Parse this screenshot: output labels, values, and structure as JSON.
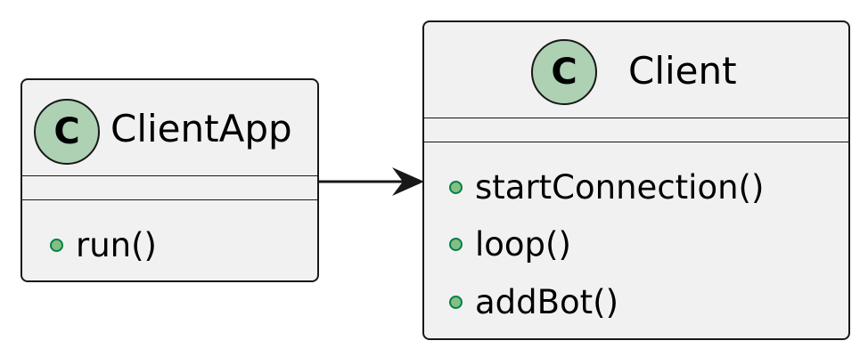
{
  "diagram": {
    "type": "uml-class",
    "classes": [
      {
        "id": "clientapp",
        "stereotype_letter": "C",
        "name": "ClientApp",
        "attributes": [],
        "methods": [
          "run()"
        ]
      },
      {
        "id": "client",
        "stereotype_letter": "C",
        "name": "Client",
        "attributes": [],
        "methods": [
          "startConnection()",
          "loop()",
          "addBot()"
        ]
      }
    ],
    "relations": [
      {
        "from": "ClientApp",
        "to": "Client",
        "kind": "association",
        "arrow": "open"
      }
    ],
    "colors": {
      "class_fill": "#f1f1f1",
      "border": "#181818",
      "stereotype_fill": "#add1b2",
      "visibility_fill": "#84be84",
      "visibility_border": "#038048",
      "background": "#ffffff"
    },
    "icons": {
      "class_stereotype": "class-stereotype-icon",
      "public_visibility": "public-visibility-icon"
    }
  }
}
